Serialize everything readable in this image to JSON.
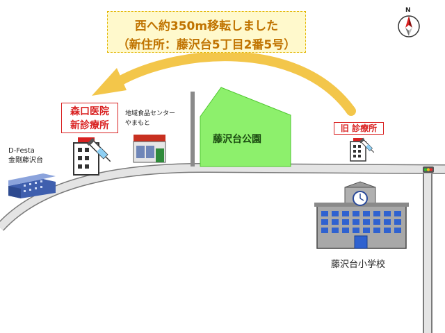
{
  "notice": {
    "line1": "西へ約350m移転しました",
    "line2": "（新住所：藤沢台5丁目2番5号）"
  },
  "new_clinic": {
    "name": "森口医院",
    "sub": "新診療所"
  },
  "old_clinic": {
    "label": "旧 診療所"
  },
  "food_store": {
    "line1": "地域食品センター",
    "line2": "やまもと"
  },
  "dfesta": {
    "line1": "D-Festa",
    "line2": "金剛藤沢台"
  },
  "park": {
    "label": "藤沢台公園"
  },
  "school": {
    "label": "藤沢台小学校"
  },
  "compass": {
    "north_label": "N"
  },
  "colors": {
    "arrow": "#f3c64a",
    "park": "#8df06c",
    "road": "#e4e4e4",
    "accent_red": "#d92020",
    "notice_text": "#c07300"
  }
}
